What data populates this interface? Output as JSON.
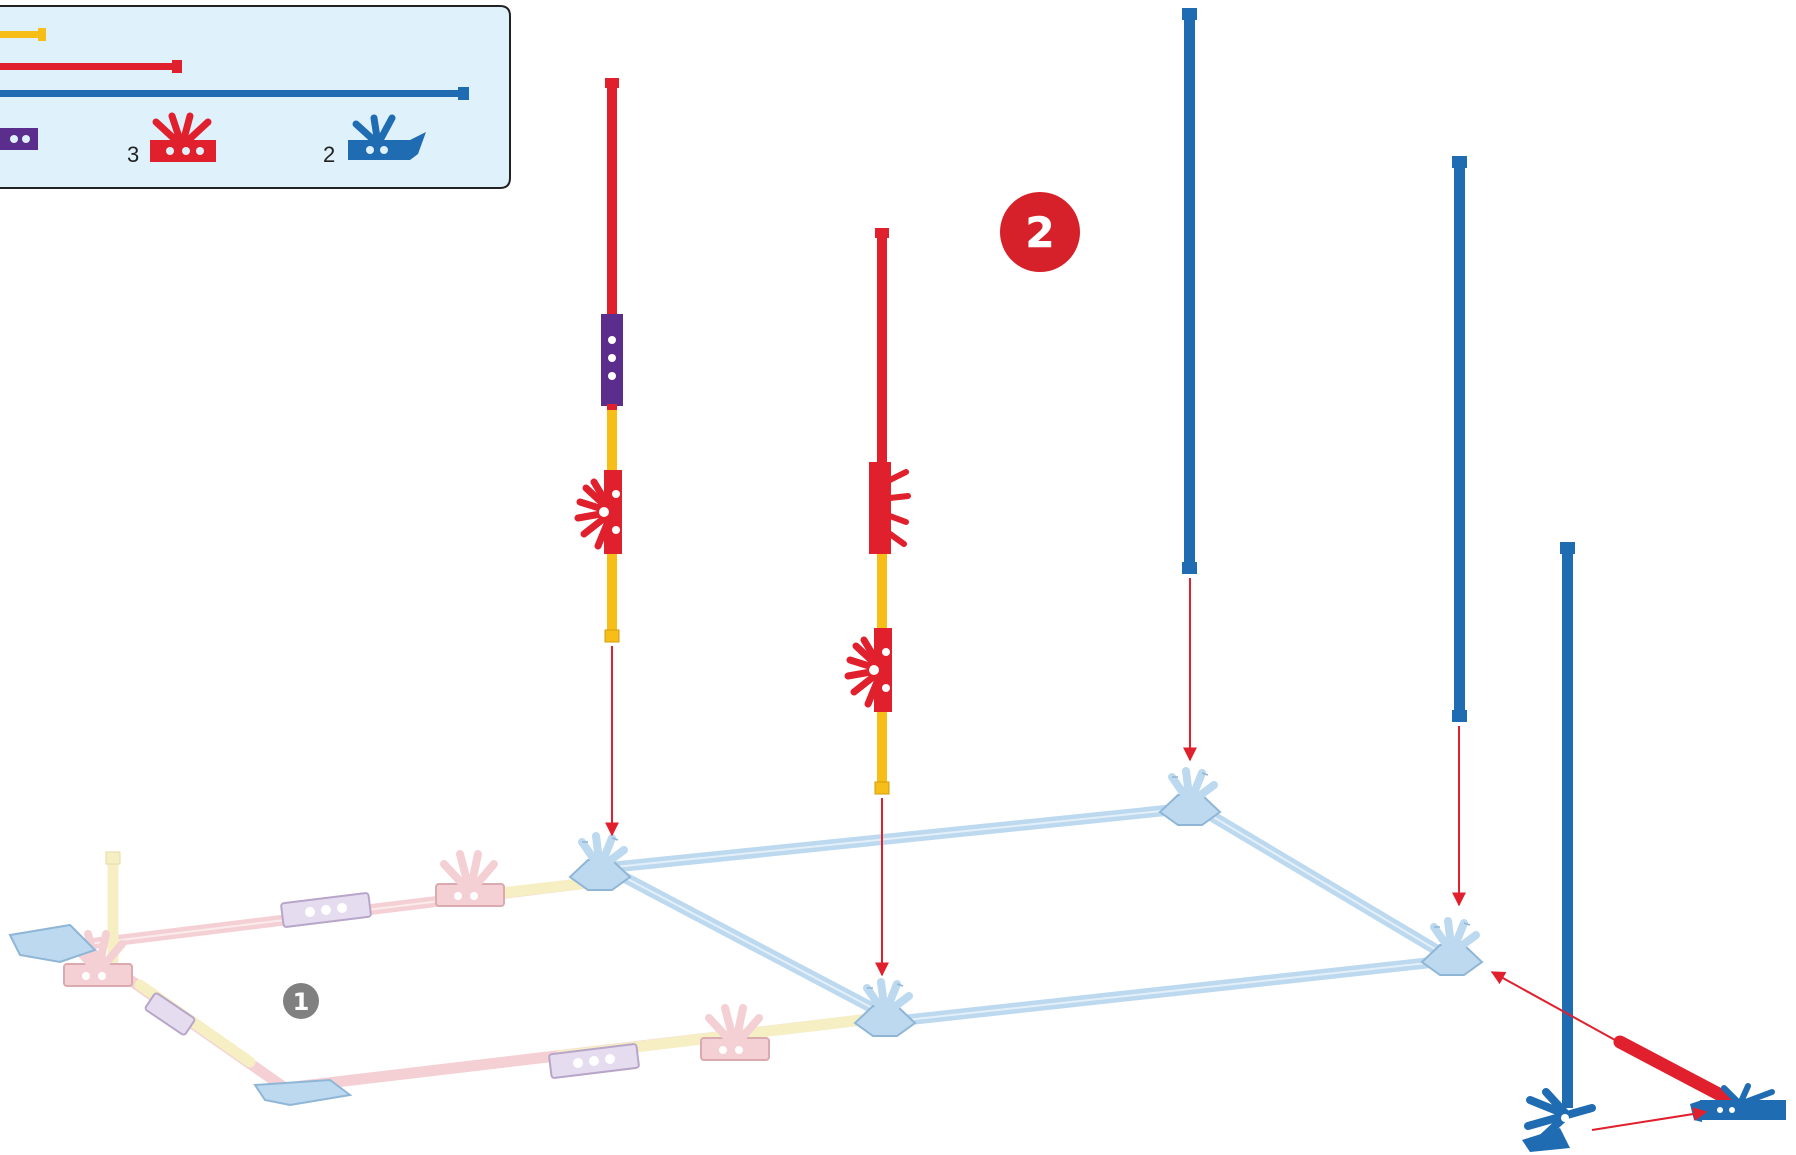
{
  "parts_box": {
    "background": "#dff1fb",
    "quantities": {
      "red_connector": "3",
      "blue_connector": "2"
    }
  },
  "steps": {
    "current": "2",
    "previous": "1"
  },
  "colors": {
    "rod_red": "#e0202c",
    "rod_blue": "#1f6cb3",
    "rod_yellow": "#f7be17",
    "connector_purple": "#5b2d8c",
    "arrow": "#e0202c",
    "faded_blue": "#bcd9ef",
    "faded_pink": "#f4d0d4",
    "faded_yellow": "#f6efc4",
    "step_badge_current": "#d6202a",
    "step_badge_previous": "#808080"
  }
}
